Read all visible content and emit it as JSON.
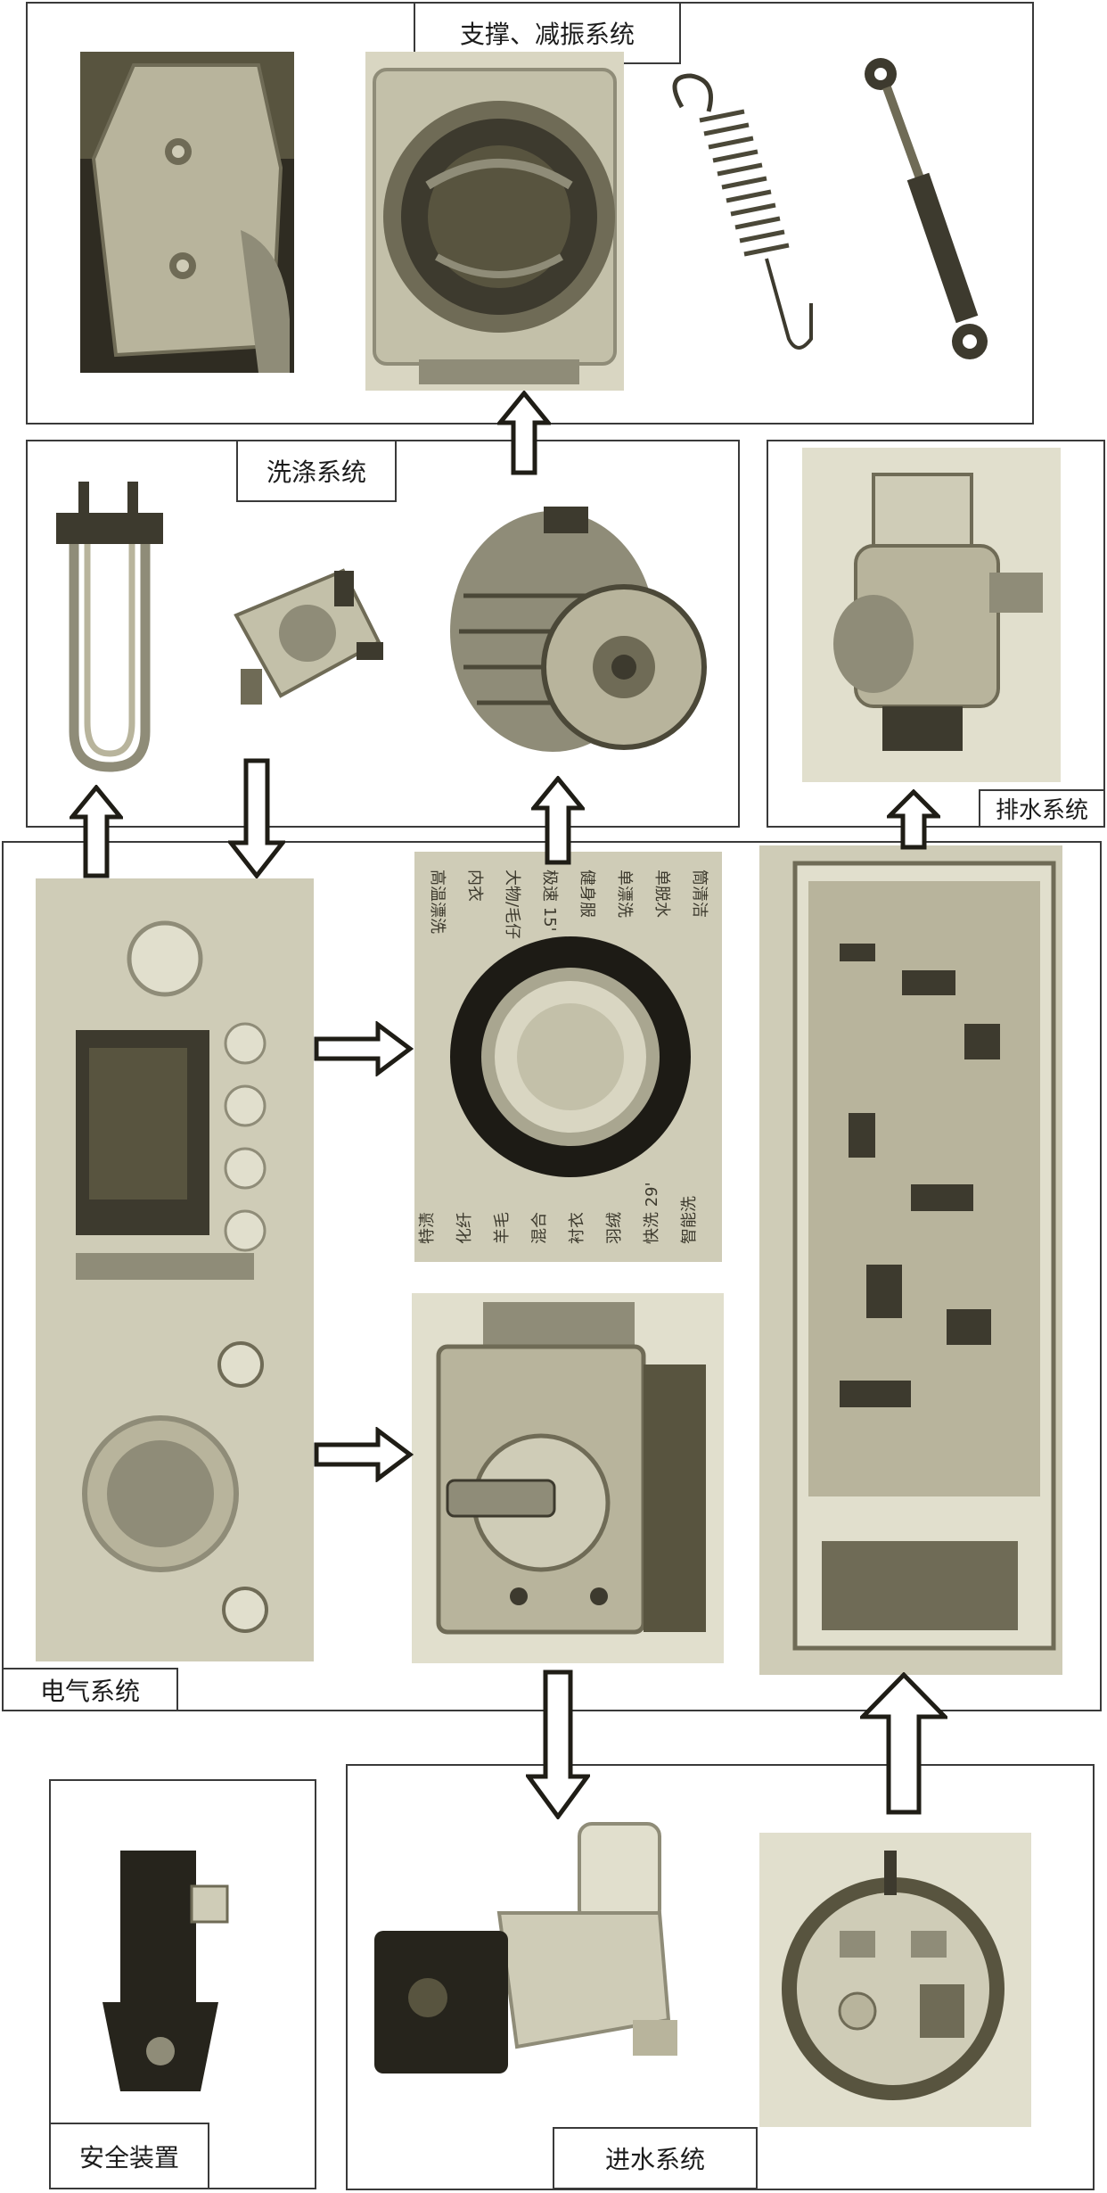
{
  "systems": {
    "support": {
      "label": "支撑、减振系统"
    },
    "washing": {
      "label": "洗涤系统"
    },
    "drain": {
      "label": "排水系统"
    },
    "electrical": {
      "label": "电气系统"
    },
    "safety": {
      "label": "安全装置"
    },
    "inlet": {
      "label": "进水系统"
    }
  },
  "knob_dial": {
    "left_labels": [
      "特渍",
      "化纤",
      "羊毛",
      "混合",
      "衬衣",
      "羽绒",
      "快洗 29'",
      "智能洗"
    ],
    "right_labels": [
      "高温漂洗",
      "内衣",
      "大物/毛仔",
      "极速 15'",
      "健身服",
      "单漂洗",
      "单脱水",
      "筒清洁"
    ]
  },
  "colors": {
    "tint": "#e4e2cf",
    "frame": "#3a3a3a",
    "sepia_dark": "#3d3a2e",
    "sepia_mid": "#8f8c78",
    "sepia_light": "#cfccb7"
  }
}
